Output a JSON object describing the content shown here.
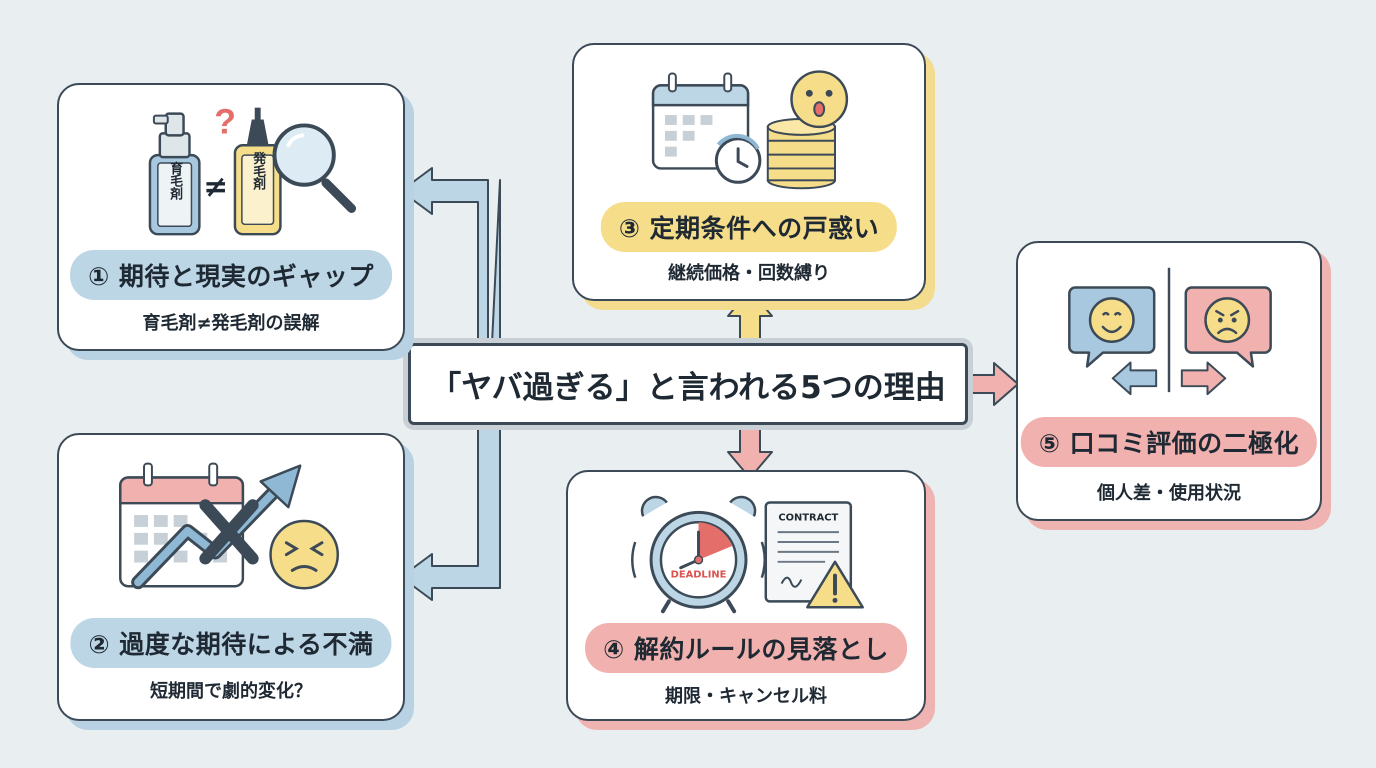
{
  "title": "「ヤバ過ぎる」と言われる5つの理由",
  "colors": {
    "blue": "#bcd6e6",
    "yellow": "#f6dd8a",
    "red": "#f1b2af",
    "outline": "#3c4a57",
    "background": "#e9eef0"
  },
  "reasons": [
    {
      "label": "① 期待と現実のギャップ",
      "detail": "育毛剤≠発毛剤の誤解",
      "bottle_left": "育毛剤",
      "bottle_right": "発毛剤",
      "icons": [
        "spray-bottle-icon",
        "question-mark-icon",
        "not-equal-icon",
        "dropper-bottle-icon",
        "magnifier-icon"
      ]
    },
    {
      "label": "② 過度な期待による不満",
      "detail": "短期間で劇的変化？",
      "icons": [
        "calendar-icon",
        "rising-arrow-icon",
        "cross-mark-icon",
        "frustrated-face-icon"
      ]
    },
    {
      "label": "③ 定期条件への戸惑い",
      "detail": "継続価格・回数縛り",
      "icons": [
        "calendar-clock-icon",
        "coin-stack-icon",
        "surprised-face-icon"
      ]
    },
    {
      "label": "④ 解約ルールの見落とし",
      "detail": "期限・キャンセル料",
      "clock_text": "DEADLINE",
      "doc_text": "CONTRACT",
      "icons": [
        "alarm-clock-icon",
        "contract-icon",
        "warning-icon"
      ]
    },
    {
      "label": "⑤ 口コミ評価の二極化",
      "detail": "個人差・使用状況",
      "icons": [
        "happy-bubble-icon",
        "angry-bubble-icon",
        "left-arrow-icon",
        "right-arrow-icon"
      ]
    }
  ]
}
